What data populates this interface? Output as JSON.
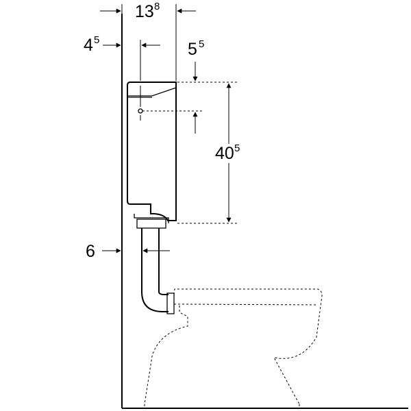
{
  "dimensions": {
    "cistern_width": {
      "main": "13",
      "sup": "8"
    },
    "cistern_offset": {
      "main": "4",
      "sup": "5"
    },
    "top_to_fixing": {
      "main": "5",
      "sup": "5"
    },
    "cistern_height": {
      "main": "40",
      "sup": "5"
    },
    "flush_pipe_offset": {
      "main": "6"
    }
  }
}
